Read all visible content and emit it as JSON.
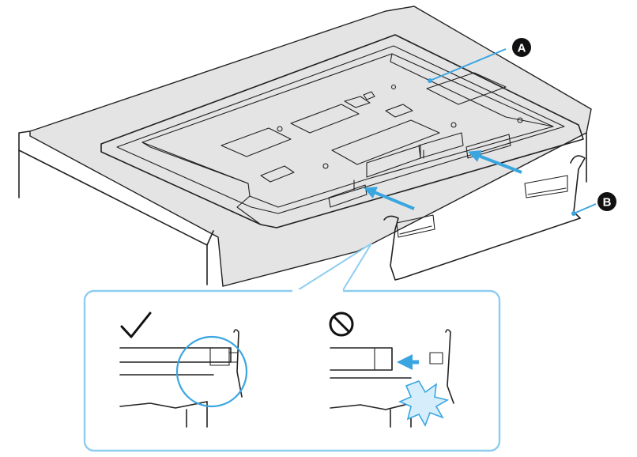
{
  "callouts": {
    "a": {
      "label": "A",
      "target": "tv-rear-panel"
    },
    "b": {
      "label": "B",
      "target": "stand-leg"
    }
  },
  "detail_panel": {
    "correct_symbol": "checkmark-icon",
    "incorrect_symbol": "prohibited-icon"
  },
  "colors": {
    "accent_blue": "#3aa6e0",
    "panel_border": "#8ecdf0",
    "callout_fill": "#111111",
    "shade_gray": "#e4e4e4",
    "line": "#222222"
  }
}
